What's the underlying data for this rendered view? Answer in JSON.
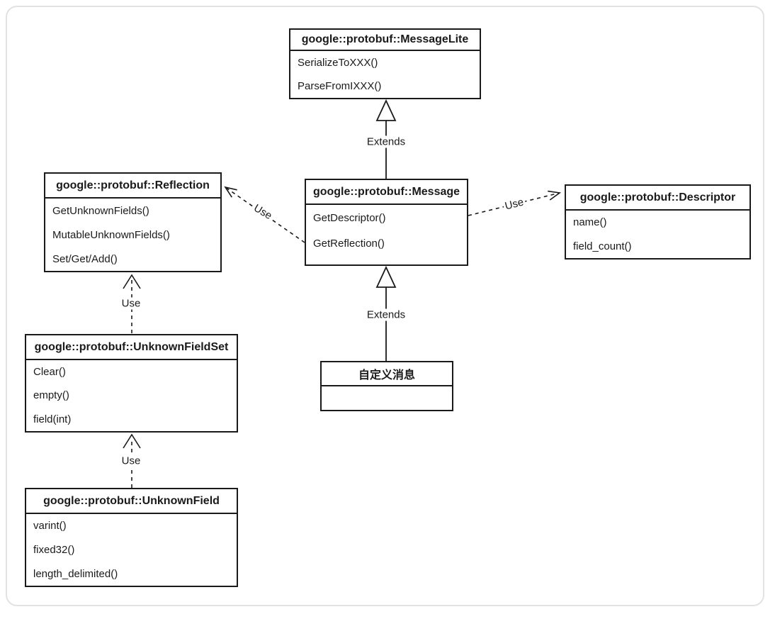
{
  "diagram": {
    "type": "uml-class-diagram",
    "classes": [
      {
        "name": "google::protobuf::MessageLite",
        "methods": [
          "SerializeToXXX()",
          "ParseFromIXXX()"
        ]
      },
      {
        "name": "google::protobuf::Message",
        "methods": [
          "GetDescriptor()",
          "GetReflection()"
        ]
      },
      {
        "name": "google::protobuf::Reflection",
        "methods": [
          "GetUnknownFields()",
          "MutableUnknownFields()",
          "Set/Get/Add()"
        ]
      },
      {
        "name": "google::protobuf::Descriptor",
        "methods": [
          "name()",
          "field_count()"
        ]
      },
      {
        "name": "google::protobuf::UnknownFieldSet",
        "methods": [
          "Clear()",
          "empty()",
          "field(int)"
        ]
      },
      {
        "name": "google::protobuf::UnknownField",
        "methods": [
          "varint()",
          "fixed32()",
          "length_delimited()"
        ]
      },
      {
        "name": "自定义消息",
        "methods": []
      }
    ],
    "relationships": [
      {
        "from": "google::protobuf::Message",
        "to": "google::protobuf::MessageLite",
        "type": "extends",
        "label": "Extends"
      },
      {
        "from": "自定义消息",
        "to": "google::protobuf::Message",
        "type": "extends",
        "label": "Extends"
      },
      {
        "from": "google::protobuf::Message",
        "to": "google::protobuf::Reflection",
        "type": "use",
        "label": "Use"
      },
      {
        "from": "google::protobuf::Message",
        "to": "google::protobuf::Descriptor",
        "type": "use",
        "label": "Use"
      },
      {
        "from": "google::protobuf::UnknownFieldSet",
        "to": "google::protobuf::Reflection",
        "type": "use",
        "label": "Use"
      },
      {
        "from": "google::protobuf::UnknownField",
        "to": "google::protobuf::UnknownFieldSet",
        "type": "use",
        "label": "Use"
      }
    ],
    "colors": {
      "line": "#1a1a1a",
      "box_background": "#ffffff",
      "frame_border": "#e2e2e2",
      "text": "#1a1a1a"
    }
  }
}
